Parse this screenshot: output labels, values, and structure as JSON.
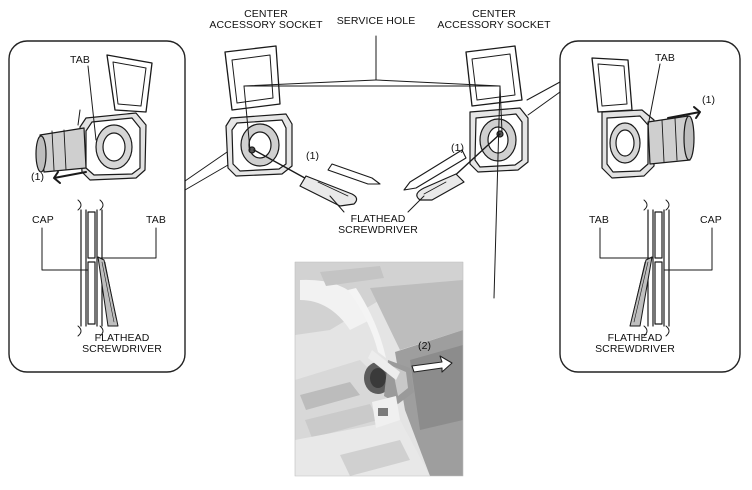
{
  "labels": {
    "center_left": "CENTER\nACCESSORY SOCKET",
    "service_hole": "SERVICE HOLE",
    "center_right": "CENTER\nACCESSORY SOCKET",
    "tab_left_top": "TAB",
    "tab_right_top": "TAB",
    "step1_left_panel": "(1)",
    "step1_right_panel": "(1)",
    "step1_center_left": "(1)",
    "step1_center_right": "(1)",
    "cap_left": "CAP",
    "tab_left_bottom": "TAB",
    "tab_right_bottom": "TAB",
    "cap_right": "CAP",
    "screwdriver_left": "FLATHEAD\nSCREWDRIVER",
    "screwdriver_center": "FLATHEAD\nSCREWDRIVER",
    "screwdriver_right": "FLATHEAD\nSCREWDRIVER",
    "step2": "(2)"
  },
  "colors": {
    "line": "#1a1a1a",
    "panel_border": "#222222",
    "socket_gray": "#cfcfcf",
    "dark_gray": "#8a8a8a",
    "photo_bg": "#dcdcdc",
    "photo_dark": "#6e6e6e"
  }
}
